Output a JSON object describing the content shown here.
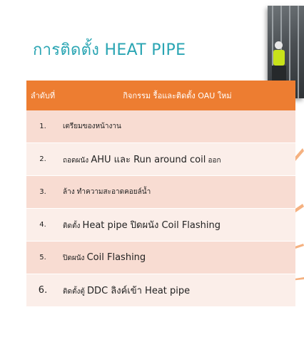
{
  "slide": {
    "title": "การติดตั้ง HEAT PIPE"
  },
  "table": {
    "header_no": "ลำดับที่",
    "header_task": "กิจกรรม รื้อและติดตั้ง OAU ใหม่",
    "rows": [
      {
        "no": "1.",
        "task": "เตรียมของหน้างาน"
      },
      {
        "no": "2.",
        "task_pre": "ถอดผนัง ",
        "task_main": "AHU และ Run around coil",
        "task_post": " ออก"
      },
      {
        "no": "3.",
        "task": "ล้าง ทำความสะอาดคอยล์น้ำ"
      },
      {
        "no": "4.",
        "task_pre": "ติดตั้ง ",
        "task_main": "Heat pipe ปิดผนัง Coil Flashing",
        "task_post": ""
      },
      {
        "no": "5.",
        "task_pre": "ปิดผนัง ",
        "task_main": "Coil Flashing",
        "task_post": ""
      },
      {
        "no": "6.",
        "task_pre": "ติดตั้งตู้ ",
        "task_main": "DDC ลิงค์เข้า Heat pipe",
        "task_post": ""
      }
    ]
  },
  "colors": {
    "title": "#2aa5b3",
    "header": "#ed7d31",
    "row_odd": "#f8dcd2",
    "row_even": "#fbeee9"
  }
}
